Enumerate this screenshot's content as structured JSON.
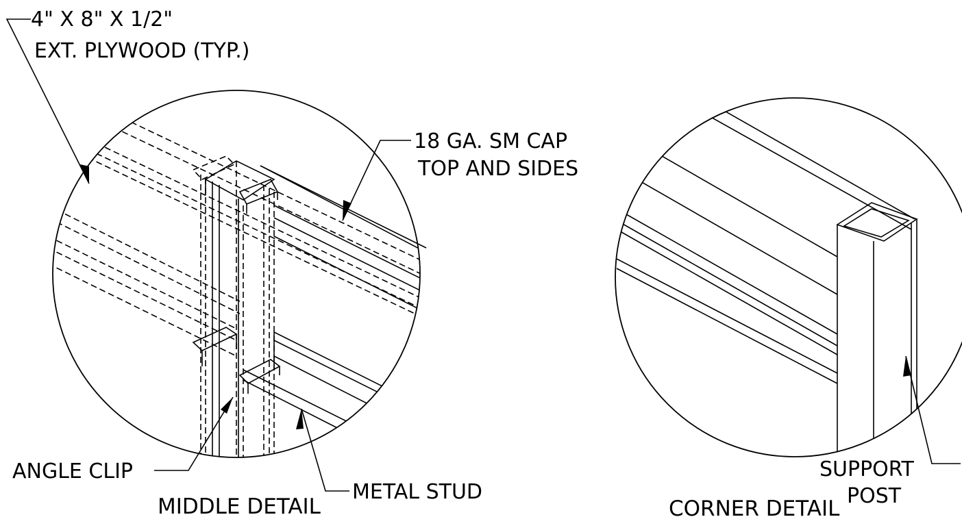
{
  "middle_detail": {
    "title": "MIDDLE  DETAIL",
    "plywood_label_line1": "4\" X 8\" X 1/2\"",
    "plywood_label_line2": "EXT. PLYWOOD (TYP.)",
    "cap_label_line1": "18 GA. SM CAP",
    "cap_label_line2": "TOP AND SIDES",
    "angle_clip_label": "ANGLE CLIP",
    "metal_stud_label": "METAL STUD"
  },
  "corner_detail": {
    "title": "CORNER  DETAIL",
    "post_label_line1": "SUPPORT",
    "post_label_line2": "POST"
  },
  "colors": {
    "ink": "#000000",
    "paper": "#ffffff"
  }
}
